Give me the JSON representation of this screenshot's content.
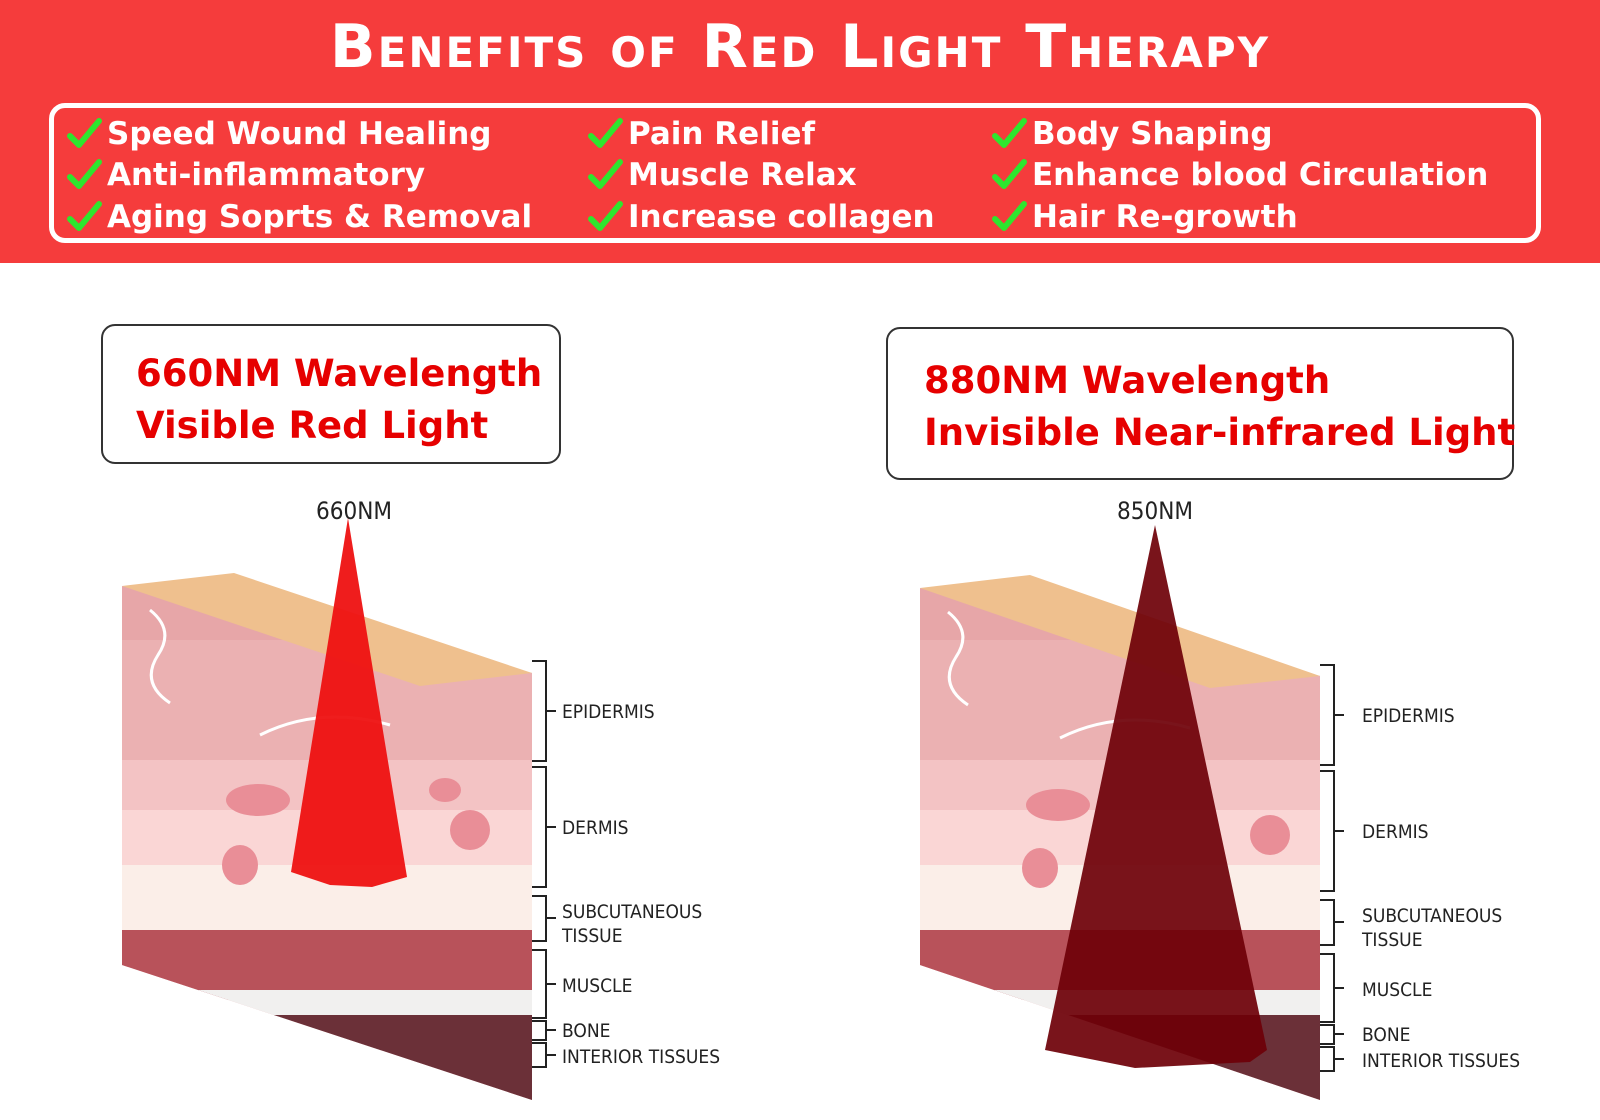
{
  "header": {
    "title": "Benefits of Red Light Therapy",
    "benefits": [
      "Speed Wound Healing",
      "Anti-inflammatory",
      "Aging Soprts & Removal",
      "Pain Relief",
      "Muscle Relax",
      "Increase collagen",
      "Body Shaping",
      "Enhance blood Circulation",
      "Hair Re-growth"
    ],
    "check_icon": "check-icon",
    "check_color": "#2ee62e"
  },
  "panels": [
    {
      "title_line1": "660NM Wavelength",
      "title_line2": "Visible Red Light",
      "beam_label": "660NM",
      "beam_color": "#ee1111",
      "layers": [
        "EPIDERMIS",
        "DERMIS",
        "SUBCUTANEOUS",
        "TISSUE",
        "MUSCLE",
        "BONE",
        "INTERIOR TISSUES"
      ]
    },
    {
      "title_line1": "880NM Wavelength",
      "title_line2": "Invisible Near-infrared Light",
      "beam_label": "850NM",
      "beam_color": "#6e0008",
      "layers": [
        "EPIDERMIS",
        "DERMIS",
        "SUBCUTANEOUS",
        "TISSUE",
        "MUSCLE",
        "BONE",
        "INTERIOR TISSUES"
      ]
    }
  ]
}
